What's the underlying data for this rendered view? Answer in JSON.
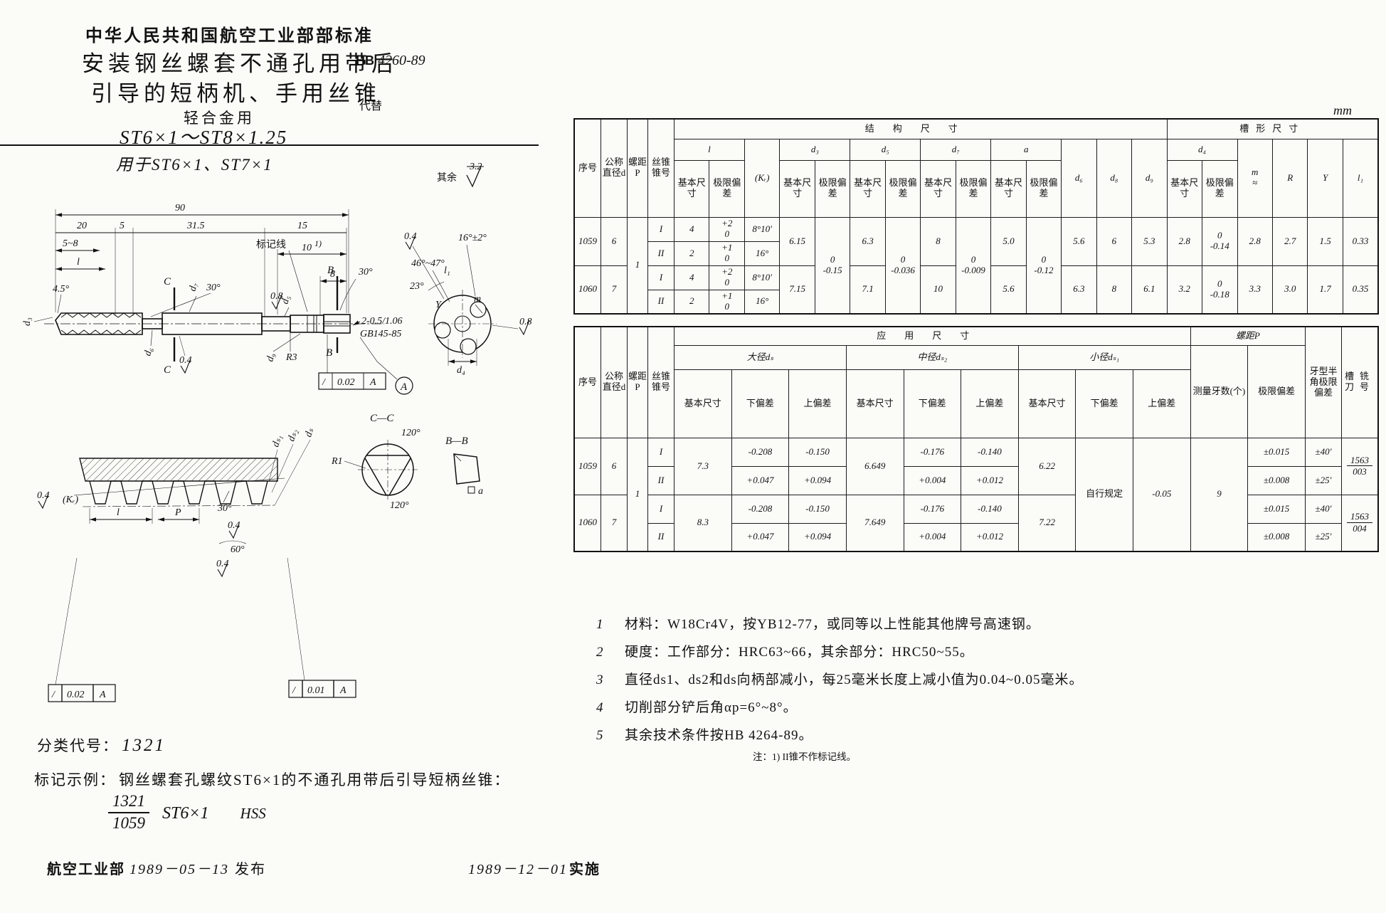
{
  "page": {
    "org_header": "中华人民共和国航空工业部部标准",
    "title_line1": "安装钢丝螺套不通孔用带后",
    "title_line2": "引导的短柄机、手用丝锥",
    "title_line3": "轻合金用",
    "title_line4": "ST6×1～ST8×1.25",
    "subtitle": "用于ST6×1、ST7×1",
    "std_prefix": "HB",
    "std_no": "4260-89",
    "supersedes": "代替",
    "unit": "mm"
  },
  "surface": {
    "prefix": "其余",
    "value": "3.2"
  },
  "drawing": {
    "dims": {
      "overall": "90",
      "seg20": "20",
      "seg5": "5",
      "seg315": "31.5",
      "seg15": "15",
      "range58": "5~8",
      "l": "l",
      "mark_line": "标记线",
      "ten": "10",
      "ten_note": "1)",
      "eight": "8",
      "ang30_right": "30°",
      "ang30_mid": "30°",
      "ang45": "4.5°",
      "d3": "d₃",
      "d7": "d₇",
      "d5": "d₅",
      "d6": "d₆",
      "d9": "d₉",
      "r3": "R3",
      "rough08": "0.8",
      "rough04": "0.4",
      "hole_call": "2-0.5/1.06",
      "hole_std": "GB145-85",
      "sec_c": "C",
      "sec_b": "B"
    },
    "frames": {
      "f1_sym": "/",
      "f1_val": "0.02",
      "f1_datum": "A",
      "f2_sym": "/",
      "f2_val": "0.02",
      "f2_datum": "A",
      "f3_sym": "/",
      "f3_val": "0.01",
      "f3_datum": "A",
      "datum": "A"
    },
    "endview": {
      "rough04": "0.4",
      "ang16": "16°±2°",
      "ang4647": "46°~47°",
      "ang23": "23°",
      "l1": "l₁",
      "y": "Y",
      "m": "m",
      "rough08": "0.8",
      "d4": "d₄"
    },
    "section_cc": {
      "title": "C—C",
      "ang120a": "120°",
      "ang120b": "120°",
      "r1": "R1"
    },
    "section_bb": {
      "title": "B—B",
      "a": "a"
    },
    "profile": {
      "kr": "(Kᵣ)",
      "rough04a": "0.4",
      "l": "l",
      "p": "P",
      "ang30": "30°",
      "rough04b": "0.4",
      "ang60": "60°",
      "rough04c": "0.4",
      "ds1": "dₛ₁",
      "ds2": "dₛ₂",
      "ds": "dₛ"
    }
  },
  "table1": {
    "h": {
      "xh": "序号",
      "d": "公称直径d",
      "p": "螺距P",
      "cone": "丝锥锥号",
      "struct": "结构尺寸",
      "slot": "槽形尺寸",
      "l": "l",
      "kr": "(Kᵣ)",
      "d3": "d₃",
      "d5": "d₅",
      "d7": "d₇",
      "a": "a",
      "d6": "d₆",
      "d8": "d₈",
      "d9": "d₉",
      "d4": "d₄",
      "m": "m\n≈",
      "r": "R",
      "y": "Y",
      "l1": "l₁",
      "basic": "基本尺寸",
      "dev": "极限偏差"
    },
    "shared": {
      "p": "1",
      "d3dev": "0\n-0.15",
      "d5dev": "0\n-0.036",
      "d7dev": "0\n-0.009",
      "adev": "0\n-0.12"
    },
    "rows": [
      {
        "no": "1059",
        "d": "6",
        "d3": "6.15",
        "d5": "6.3",
        "d7": "8",
        "a": "5.0",
        "d6": "5.6",
        "d8": "6",
        "d9": "5.3",
        "d4": "2.8",
        "d4dev": "0\n-0.14",
        "m": "2.8",
        "r": "2.7",
        "y": "1.5",
        "l1": "0.33",
        "sub": [
          {
            "cone": "I",
            "l": "4",
            "ldev": "+2\n0",
            "kr": "8°10′"
          },
          {
            "cone": "II",
            "l": "2",
            "ldev": "+1\n0",
            "kr": "16°"
          }
        ]
      },
      {
        "no": "1060",
        "d": "7",
        "d3": "7.15",
        "d5": "7.1",
        "d7": "10",
        "a": "5.6",
        "d6": "6.3",
        "d8": "8",
        "d9": "6.1",
        "d4": "3.2",
        "d4dev": "0\n-0.18",
        "m": "3.3",
        "r": "3.0",
        "y": "1.7",
        "l1": "0.35",
        "sub": [
          {
            "cone": "I",
            "l": "4",
            "ldev": "+2\n0",
            "kr": "8°10′"
          },
          {
            "cone": "II",
            "l": "2",
            "ldev": "+1\n0",
            "kr": "16°"
          }
        ]
      }
    ]
  },
  "table2": {
    "h": {
      "xh": "序号",
      "d": "公称直径d",
      "p": "螺距P",
      "cone": "丝锥锥号",
      "apply": "应用尺寸",
      "ds": "大径dₛ",
      "ds2": "中径dₛ₂",
      "ds1": "小径dₛ₁",
      "pg": "螺距P",
      "half": "牙型半角极限偏差",
      "cutter": "槽铣刀号",
      "basic": "基本尺寸",
      "lo": "下偏差",
      "hi": "上偏差",
      "teeth": "测量牙数(个)",
      "pdev": "极限偏差"
    },
    "shared": {
      "p": "1",
      "ds1_lo": "自行规定",
      "ds1_hi": "-0.05",
      "teeth": "9"
    },
    "rows": [
      {
        "no": "1059",
        "d": "6",
        "ds": "7.3",
        "ds2": "6.649",
        "ds1": "6.22",
        "cutter_num": "1563",
        "cutter_den": "003",
        "sub": [
          {
            "cone": "I",
            "ds_lo": "-0.208",
            "ds_hi": "-0.150",
            "ds2_lo": "-0.176",
            "ds2_hi": "-0.140",
            "pdev": "±0.015",
            "half": "±40′"
          },
          {
            "cone": "II",
            "ds_lo": "+0.047",
            "ds_hi": "+0.094",
            "ds2_lo": "+0.004",
            "ds2_hi": "+0.012",
            "pdev": "±0.008",
            "half": "±25′"
          }
        ]
      },
      {
        "no": "1060",
        "d": "7",
        "ds": "8.3",
        "ds2": "7.649",
        "ds1": "7.22",
        "cutter_num": "1563",
        "cutter_den": "004",
        "sub": [
          {
            "cone": "I",
            "ds_lo": "-0.208",
            "ds_hi": "-0.150",
            "ds2_lo": "-0.176",
            "ds2_hi": "-0.140",
            "pdev": "±0.015",
            "half": "±40′"
          },
          {
            "cone": "II",
            "ds_lo": "+0.047",
            "ds_hi": "+0.094",
            "ds2_lo": "+0.004",
            "ds2_hi": "+0.012",
            "pdev": "±0.008",
            "half": "±25′"
          }
        ]
      }
    ]
  },
  "notes": {
    "items": [
      {
        "no": "1",
        "text": "材料：W18Cr4V，按YB12-77，或同等以上性能其他牌号高速钢。"
      },
      {
        "no": "2",
        "text": "硬度：工作部分：HRC63~66，其余部分：HRC50~55。"
      },
      {
        "no": "3",
        "text": "直径ds1、ds2和ds向柄部减小，每25毫米长度上减小值为0.04~0.05毫米。"
      },
      {
        "no": "4",
        "text": "切削部分铲后角αp=6°~8°。"
      },
      {
        "no": "5",
        "text": "其余技术条件按HB 4264-89。"
      }
    ],
    "footnote": "注：1) II锥不作标记线。"
  },
  "classification": {
    "label": "分类代号：",
    "value": "1321"
  },
  "marking": {
    "label": "标记示例：",
    "text": "钢丝螺套孔螺纹ST6×1的不通孔用带后引导短柄丝锥：",
    "num": "1321",
    "den": "1059",
    "desig": "ST6×1",
    "material": "HSS"
  },
  "footer": {
    "org": "航空工业部",
    "date1": "1989－05－13",
    "publish": "发布",
    "date2": "1989－12－01",
    "implement": "实施"
  }
}
